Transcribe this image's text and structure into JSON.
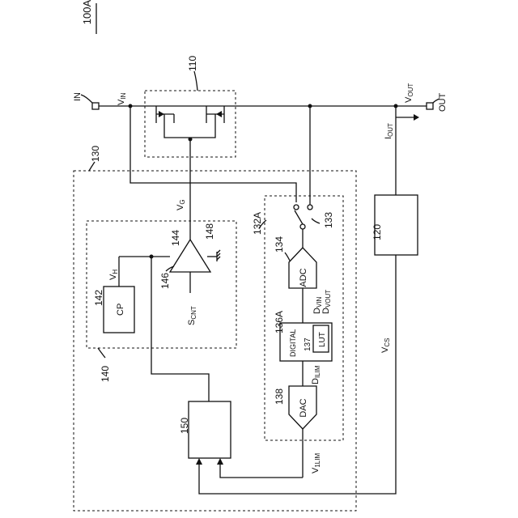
{
  "figure_ref": "100A",
  "ports": {
    "in": "IN",
    "out": "OUT"
  },
  "signals": {
    "vin": "V",
    "vin_sub": "IN",
    "vout": "V",
    "vout_sub": "OUT",
    "iout": "I",
    "iout_sub": "OUT",
    "vg": "V",
    "vg_sub": "G",
    "vh": "V",
    "vh_sub": "H",
    "scnt": "S",
    "scnt_sub": "CNT",
    "vcs": "V",
    "vcs_sub": "CS",
    "dvin": "D",
    "dvin_sub": "VIN",
    "dvout": "D",
    "dvout_sub": "VOUT",
    "dilim": "D",
    "dilim_sub": "ILIM",
    "v1lim": "V",
    "v1lim_sub": "1LIM"
  },
  "refs": {
    "r110": "110",
    "r120": "120",
    "r130": "130",
    "r132a": "132A",
    "r133": "133",
    "r134": "134",
    "r136a": "136A",
    "r137": "137",
    "r138": "138",
    "r140": "140",
    "r142": "142",
    "r144": "144",
    "r146": "146",
    "r148": "148",
    "r150": "150"
  },
  "blocks": {
    "cp": "CP",
    "adc": "ADC",
    "dac": "DAC",
    "lut": "LUT",
    "digital": "DIGITAL"
  }
}
